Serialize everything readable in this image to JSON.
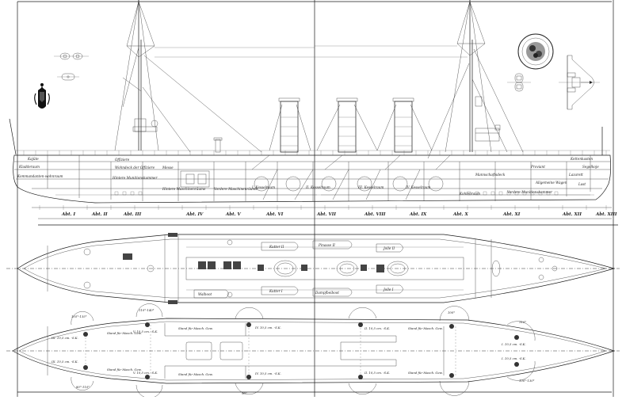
{
  "drawing": {
    "subject": "Warship general arrangement plan (profile and deck plans)",
    "background": "#ffffff",
    "ink": "#1a1a1a"
  },
  "emblems": {
    "eagle": "imperial-eagle-crest",
    "stamp": "circular-seal-stamp"
  },
  "profile": {
    "compartments": [
      {
        "id": "kajuete",
        "label": "Kajüte"
      },
      {
        "id": "kladderaum",
        "label": "Kladderaum"
      },
      {
        "id": "kommandant",
        "label": "Kommandanten-wohnraum"
      },
      {
        "id": "offiziere",
        "label": "Offiziere"
      },
      {
        "id": "wohndeck",
        "label": "Wohndeck der Offiziere"
      },
      {
        "id": "messe",
        "label": "Messe"
      },
      {
        "id": "munition_h",
        "label": "Hintere Munitionskammer"
      },
      {
        "id": "maschine_h",
        "label": "Hintere Maschinenräume"
      },
      {
        "id": "maschine_v",
        "label": "Vordere Maschinenräume"
      },
      {
        "id": "kessel1",
        "label": "I. Kesselraum"
      },
      {
        "id": "kessel2",
        "label": "II. Kesselraum"
      },
      {
        "id": "kessel3",
        "label": "III. Kesselraum"
      },
      {
        "id": "kessel4",
        "label": "IV. Kesselraum"
      },
      {
        "id": "mannschaft",
        "label": "Mannschaftsdeck"
      },
      {
        "id": "kohlen",
        "label": "Kohlenraum"
      },
      {
        "id": "munition_v",
        "label": "Vordere Munitionskammer"
      },
      {
        "id": "proviant",
        "label": "Proviant"
      },
      {
        "id": "lazarett",
        "label": "Lazarett"
      },
      {
        "id": "allgemein",
        "label": "Allgemeine Wagen"
      },
      {
        "id": "kettenk",
        "label": "Kettenkasten"
      },
      {
        "id": "segel",
        "label": "Segelkoje"
      },
      {
        "id": "last",
        "label": "Last"
      }
    ],
    "sections": [
      "Abt. I",
      "Abt. II",
      "Abt. III",
      "Abt. IV",
      "Abt. V",
      "Abt. VI",
      "Abt. VII",
      "Abt. VIII",
      "Abt. IX",
      "Abt. X",
      "Abt. XI",
      "Abt. XII",
      "Abt. XIII"
    ]
  },
  "upper_deck_plan": {
    "boats": [
      {
        "label": "Kutter II"
      },
      {
        "label": "Pinasse II"
      },
      {
        "label": "Jolle II"
      },
      {
        "label": "Kutter I"
      },
      {
        "label": "Dampfbeiboot"
      },
      {
        "label": "Jolle I"
      },
      {
        "label": "Walboot"
      }
    ]
  },
  "battery_deck_plan": {
    "guns": [
      {
        "label": "III. 10,5 cm. -S.K."
      },
      {
        "label": "III. 10,5 cm. -S.K."
      },
      {
        "label": "V. 10,5 cm. -S.K."
      },
      {
        "label": "V. 10,5 cm. -S.K."
      },
      {
        "label": "IV. 10,5 cm. -S.K."
      },
      {
        "label": "IV. 10,5 cm. -S.K."
      },
      {
        "label": "II. 10,5 cm. -S.K."
      },
      {
        "label": "II. 10,5 cm. -S.K."
      },
      {
        "label": "I. 10,5 cm. -S.K."
      },
      {
        "label": "I. 10,5 cm. -S.K."
      }
    ],
    "mg_stand": "Stand für Masch. Gew.",
    "arcs": [
      "105°-135°",
      "110°-140°",
      "80°-110°",
      "100°",
      "90°",
      "110°",
      "100°-130°"
    ]
  }
}
